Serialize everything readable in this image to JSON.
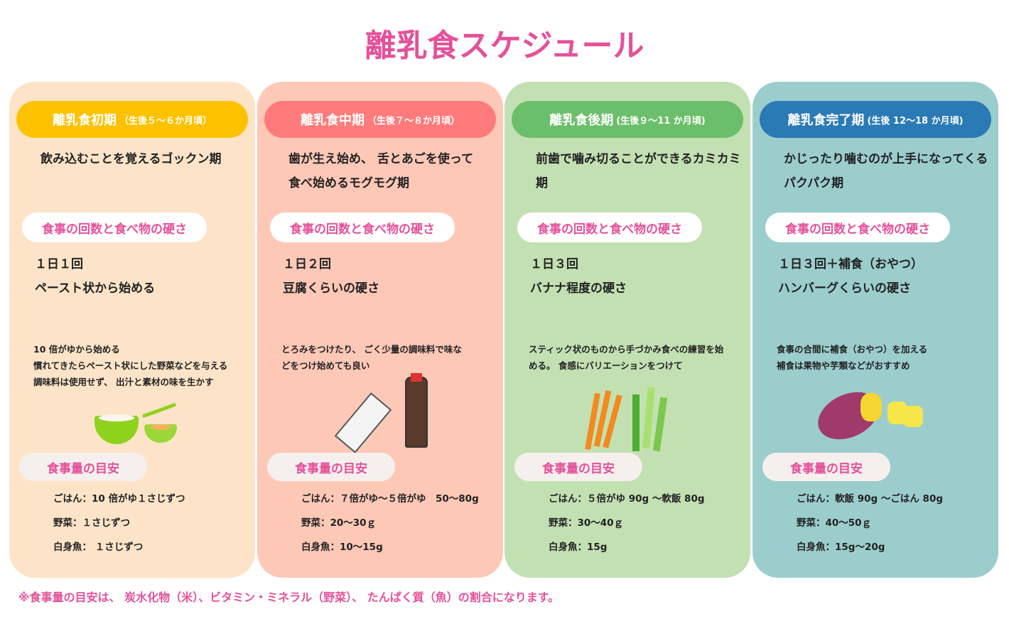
{
  "title": "離乳食スケジュール",
  "columns": [
    {
      "name": "離乳食初期",
      "age": "（生後５～６か月頃）",
      "lead": [
        "飲み込むことを覚えるゴックン期"
      ],
      "tag": "食事の回数と食べ物の硬さ",
      "freq": [
        "１日１回",
        "ペースト状から始める"
      ],
      "note": [
        "10 倍がゆから始める",
        "慣れてきたらペースト状にした野菜などを与える",
        "調味料は使用せず、 出汁と素材の味を生かす"
      ],
      "amount_label": "食事量の目安",
      "amounts": [
        "ごはん：10 倍がゆ１さじずつ",
        "野菜：１さじずつ",
        "白身魚： １さじずつ"
      ],
      "bg": "#fde4c8",
      "pill": "#fcc200"
    },
    {
      "name": "離乳食中期",
      "age": "（生後７～８か月頃）",
      "lead": [
        "歯が生え始め、 舌とあごを使って",
        "食べ始めるモグモグ期"
      ],
      "tag": "食事の回数と食べ物の硬さ",
      "freq": [
        "１日２回",
        "豆腐くらいの硬さ"
      ],
      "note": [
        "とろみをつけたり、 ごく少量の調味料で味な",
        "どをつけ始めても良い"
      ],
      "amount_label": "食事量の目安",
      "amounts": [
        "ごはん：７倍がゆ～５倍がゆ　50～80g",
        "野菜：20～30ｇ",
        "白身魚：10～15g"
      ],
      "bg": "#fec8b7",
      "pill": "#ff7b7b"
    },
    {
      "name": "離乳食後期",
      "age": "(生後９～11 か月頃)",
      "lead": [
        "前歯で噛み切ることができるカミカミ期"
      ],
      "tag": "食事の回数と食べ物の硬さ",
      "freq": [
        "１日３回",
        "バナナ程度の硬さ"
      ],
      "note": [
        "スティック状のものから手づかみ食べの練習を始",
        "める。 食感にバリエーションをつけて"
      ],
      "amount_label": "食事量の目安",
      "amounts": [
        "ごはん：５倍がゆ 90g ～軟飯 80g",
        "野菜：30～40ｇ",
        "白身魚：15g"
      ],
      "bg": "#c3e0b3",
      "pill": "#6cbf6a"
    },
    {
      "name": "離乳食完了期",
      "age": "(生後 12～18 か月頃)",
      "lead": [
        "かじったり噛むのが上手になってくる",
        "パクパク期"
      ],
      "tag": "食事の回数と食べ物の硬さ",
      "freq": [
        "１日３回＋補食（おやつ）",
        "ハンバーグくらいの硬さ"
      ],
      "note": [
        "食事の合間に補食（おやつ）を加える",
        "補食は果物や芋類などがおすすめ"
      ],
      "amount_label": "食事量の目安",
      "amounts": [
        "ごはん：軟飯 90g ～ごはん 80g",
        "野菜：40～50ｇ",
        "白身魚：15g～20g"
      ],
      "bg": "#9ccdcd",
      "pill": "#2a7ab5"
    }
  ],
  "footnote": "※食事量の目安は、 炭水化物（米）、ビタミン・ミネラル（野菜）、 たんぱく質（魚）の割合になります。"
}
